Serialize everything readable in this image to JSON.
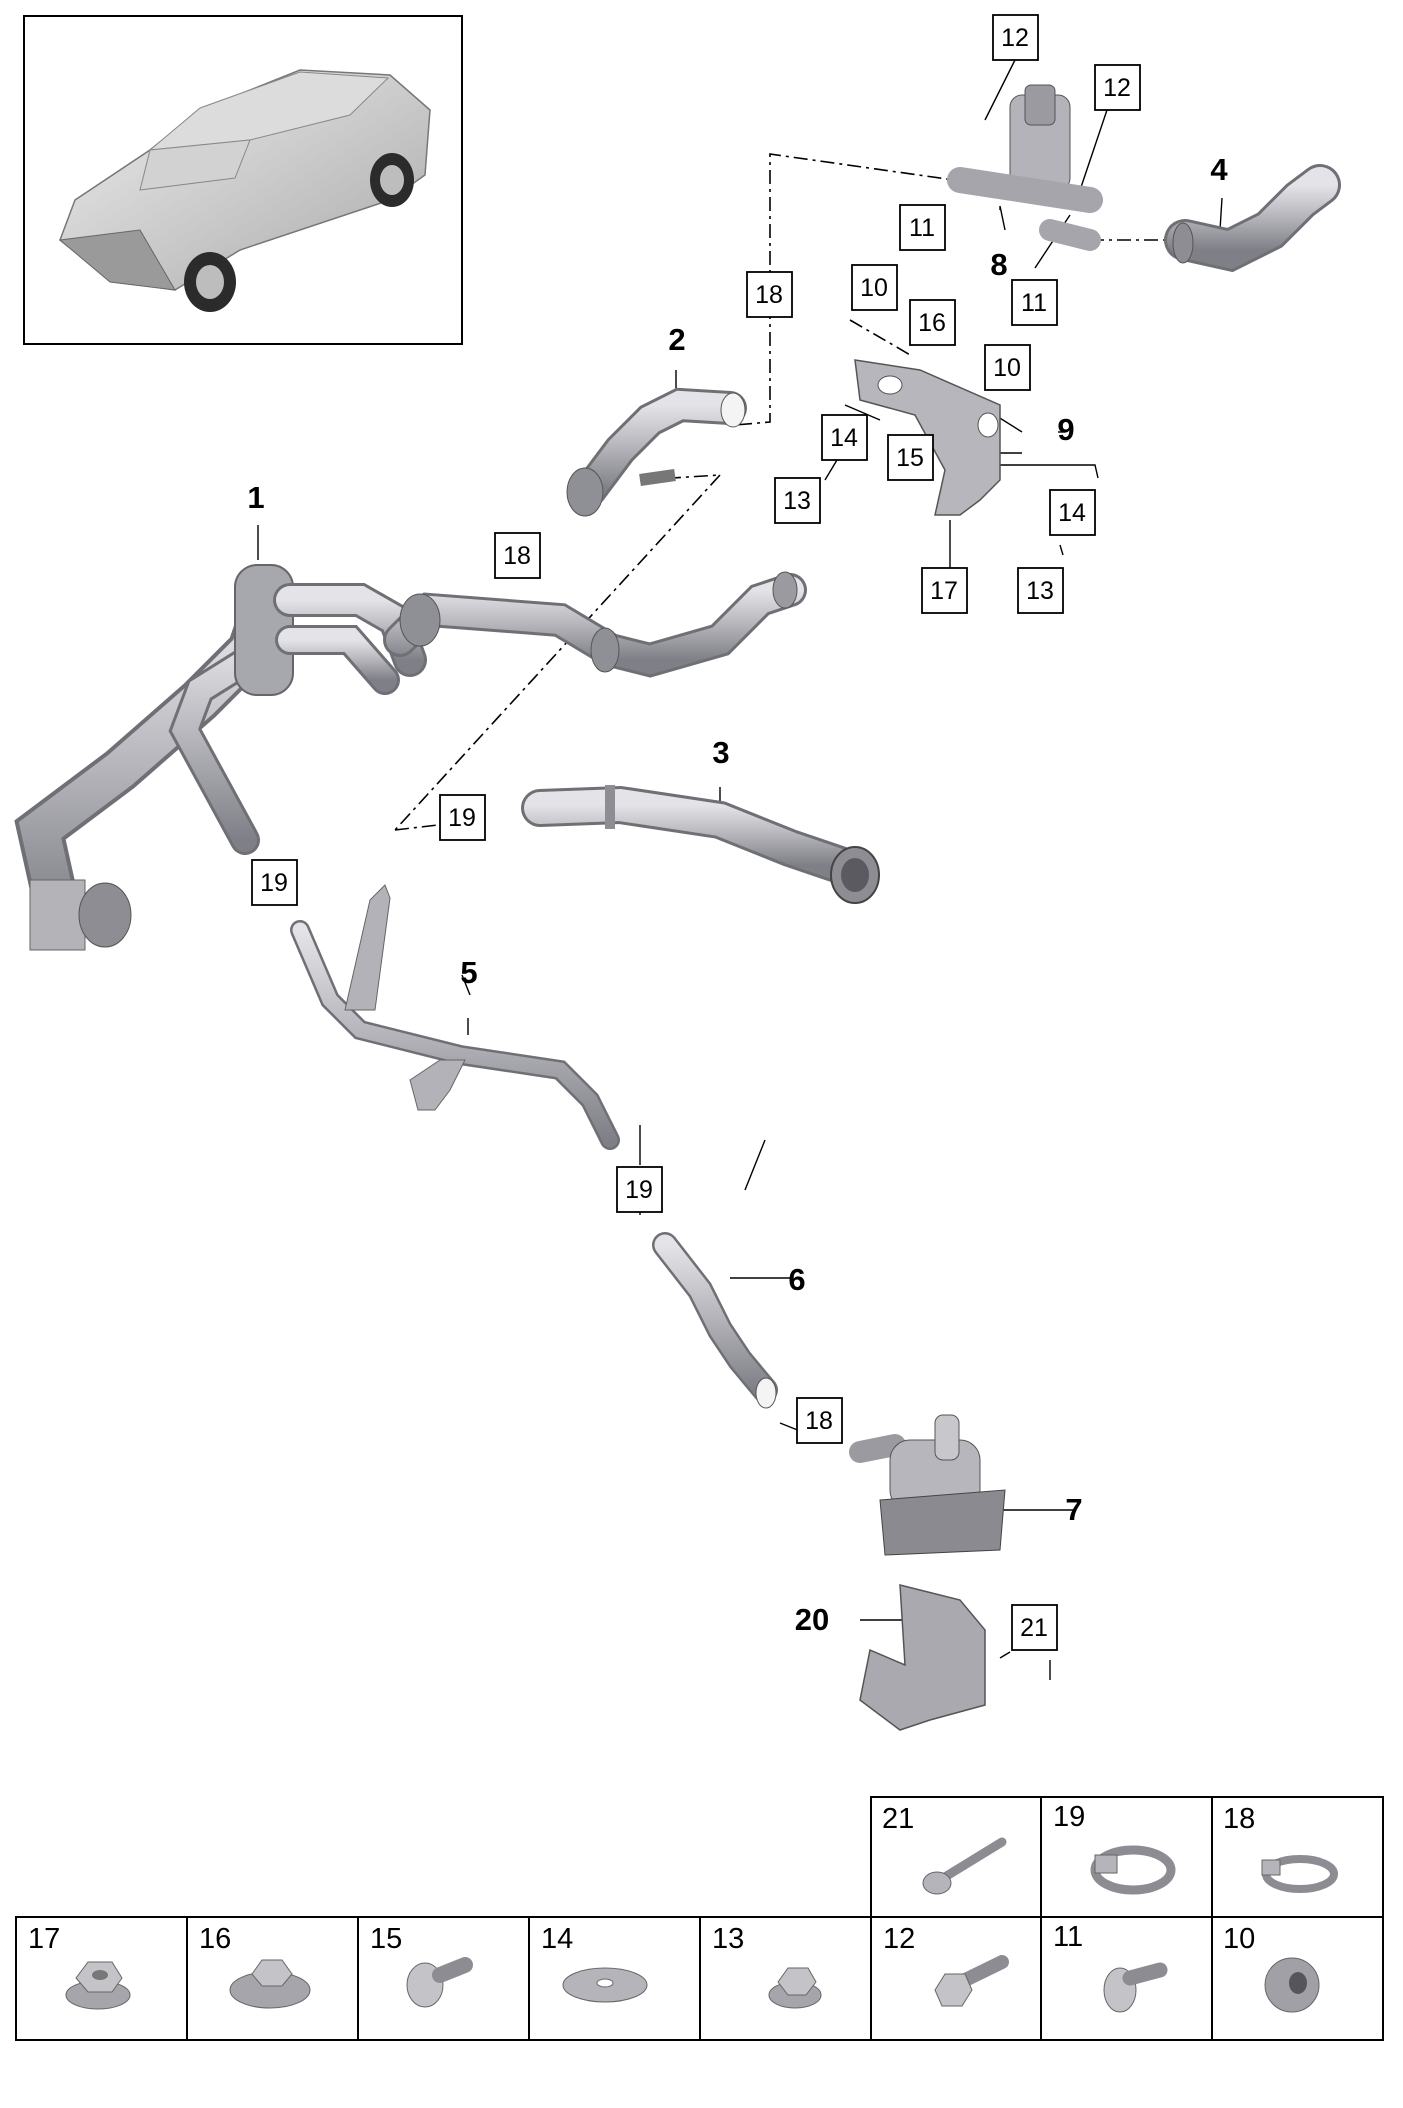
{
  "parts": [
    {
      "number": "1"
    },
    {
      "number": "2"
    },
    {
      "number": "3"
    },
    {
      "number": "4"
    },
    {
      "number": "5"
    },
    {
      "number": "6"
    },
    {
      "number": "7"
    },
    {
      "number": "8"
    },
    {
      "number": "9"
    },
    {
      "number": "20"
    }
  ],
  "callouts": [
    {
      "number": "12"
    },
    {
      "number": "12"
    },
    {
      "number": "11"
    },
    {
      "number": "10"
    },
    {
      "number": "16"
    },
    {
      "number": "18"
    },
    {
      "number": "11"
    },
    {
      "number": "10"
    },
    {
      "number": "14"
    },
    {
      "number": "15"
    },
    {
      "number": "13"
    },
    {
      "number": "14"
    },
    {
      "number": "17"
    },
    {
      "number": "13"
    },
    {
      "number": "18"
    },
    {
      "number": "19"
    },
    {
      "number": "19"
    },
    {
      "number": "19"
    },
    {
      "number": "18"
    },
    {
      "number": "21"
    }
  ],
  "hardware_table": {
    "top_row": [
      {
        "number": "21"
      },
      {
        "number": "19"
      },
      {
        "number": "18"
      }
    ],
    "bottom_row": [
      {
        "number": "17"
      },
      {
        "number": "16"
      },
      {
        "number": "15"
      },
      {
        "number": "14"
      },
      {
        "number": "13"
      },
      {
        "number": "12"
      },
      {
        "number": "11"
      },
      {
        "number": "10"
      }
    ]
  },
  "colors": {
    "line": "#000000",
    "part_fill": "#c8c8cc",
    "part_dark": "#8f8f96"
  }
}
